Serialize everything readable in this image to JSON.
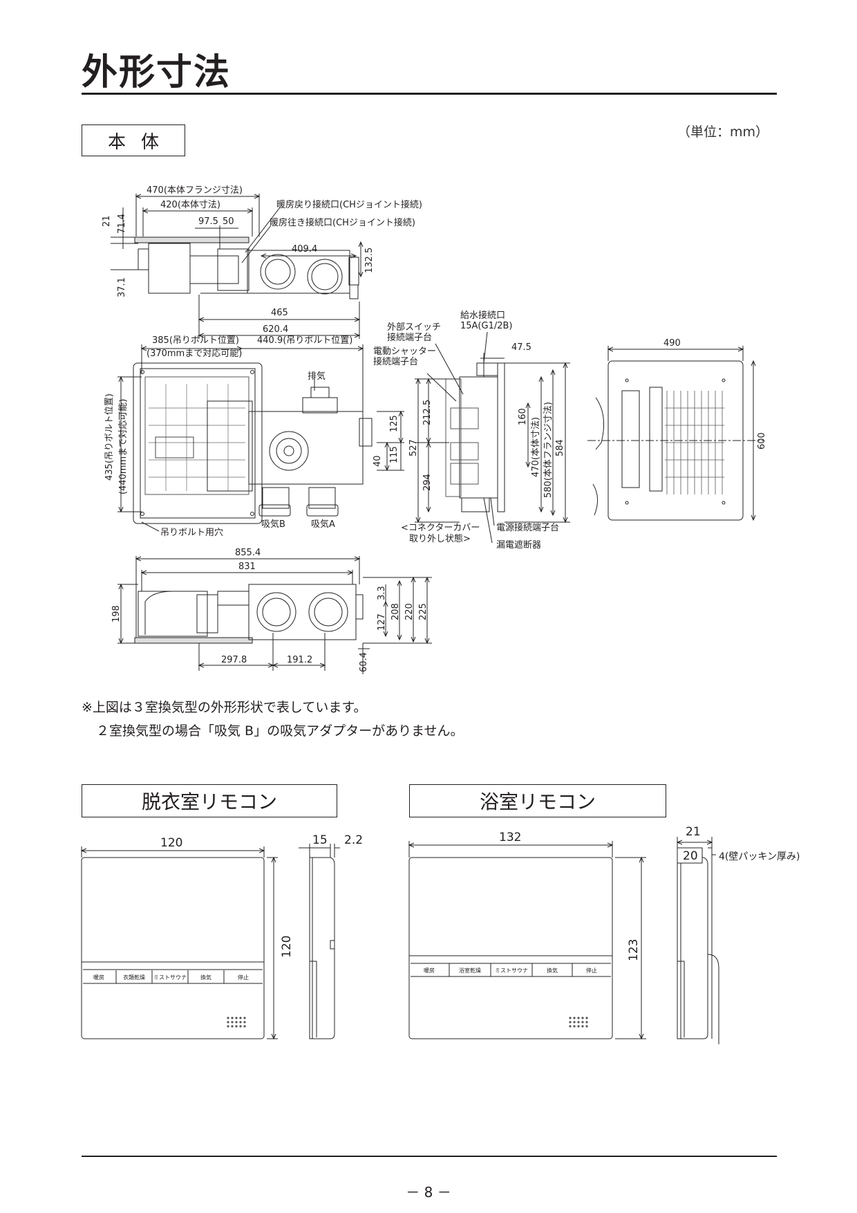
{
  "page": {
    "title": "外形寸法",
    "section_main": "本体",
    "unit": "（単位：mm）",
    "note_line1": "※上図は３室換気型の外形形状で表しています。",
    "note_line2": "２室換気型の場合「吸気 B」の吸気アダプターがありません。",
    "section_remote1": "脱衣室リモコン",
    "section_remote2": "浴室リモコン",
    "page_number": "－ 8 －"
  },
  "main_dims": {
    "flange_width": "470(本体フランジ寸法)",
    "body_width": "420(本体寸法)",
    "d21": "21",
    "d71_4": "71.4",
    "d97_5": "97.5",
    "d50": "50",
    "heat_return": "暖房戻り接続口(CHジョイント接続)",
    "heat_supply": "暖房往き接続口(CHジョイント接続)",
    "d409_4": "409.4",
    "d132_5": "132.5",
    "d37_1": "37.1",
    "d465": "465",
    "d620_4": "620.4",
    "bolt385": "385(吊りボルト位置)",
    "bolt440_9": "440.9(吊りボルト位置)",
    "bolt370": "(370mmまで対応可能)",
    "exhaust": "排気",
    "bolt435": "435(吊りボルト位置)",
    "bolt440mm": "(440mmまで対応可能)",
    "d125": "125",
    "d40": "40",
    "d115": "115",
    "bolt_hole": "吊りボルト用穴",
    "intake_b": "吸気B",
    "intake_a": "吸気A",
    "ext_switch_1": "外部スイッチ",
    "ext_switch_2": "接続端子台",
    "shutter_1": "電動シャッター",
    "shutter_2": "接続端子台",
    "water_1": "給水接続口",
    "water_2": "15A(G1/2B)",
    "d47_5": "47.5",
    "d212_5": "212.5",
    "d527": "527",
    "d294": "294",
    "d160": "160",
    "d470": "470(本体寸法)",
    "d580": "580(本体フランジ寸法)",
    "d584": "584",
    "cover_1": "<コネクターカバー",
    "cover_2": "取り外し状態>",
    "power_terminal": "電源接続端子台",
    "breaker": "漏電遮断器",
    "d490": "490",
    "d600": "600",
    "d855_4": "855.4",
    "d831": "831",
    "d198": "198",
    "d3_3": "3.3",
    "d127": "127",
    "d208": "208",
    "d220": "220",
    "d225": "225",
    "d297_8": "297.8",
    "d191_2": "191.2",
    "d60_4": "60.4"
  },
  "remote1": {
    "width": "120",
    "height": "120",
    "depth": "15",
    "protrude": "2.2",
    "buttons": [
      "暖房",
      "衣類乾燥",
      "ミストサウナ",
      "換気",
      "停止"
    ]
  },
  "remote2": {
    "width": "132",
    "height": "123",
    "depth_total": "21",
    "depth_body": "20",
    "packing": "4(壁パッキン厚み)",
    "buttons": [
      "暖房",
      "浴室乾燥",
      "ミストサウナ",
      "換気",
      "停止"
    ]
  }
}
